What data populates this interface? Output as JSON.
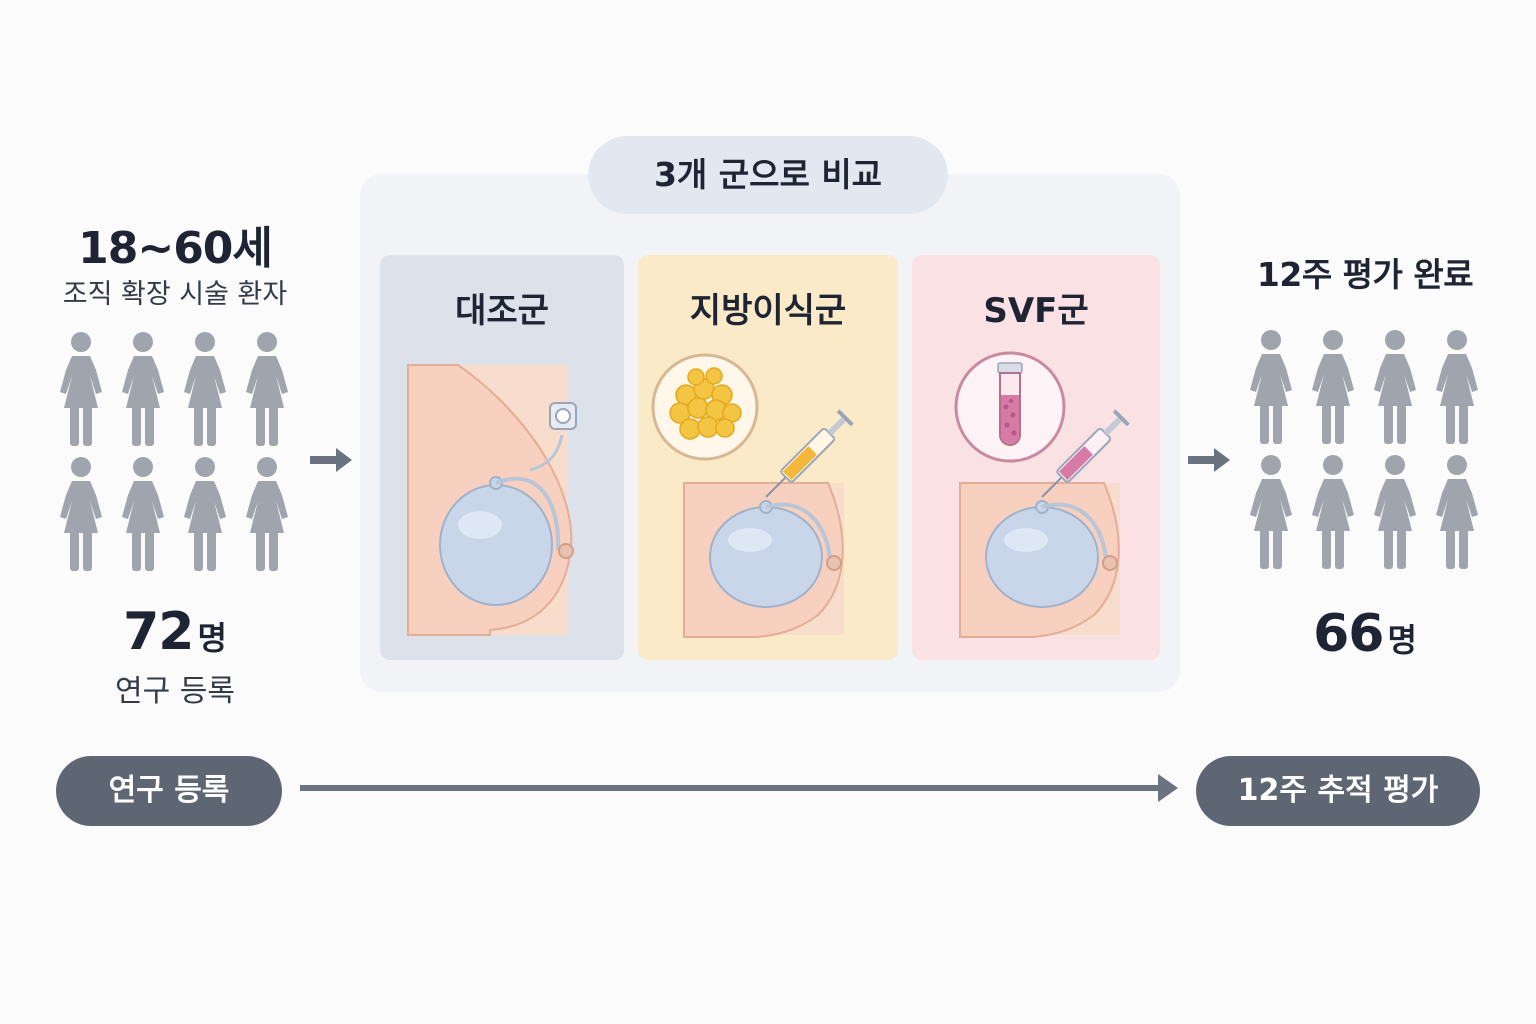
{
  "left": {
    "age_range": "18~60세",
    "population": "조직 확장 시술 환자",
    "enrolled_count": "72",
    "count_unit": "명",
    "enrolled_label": "연구 등록"
  },
  "comparison": {
    "title": "3개 군으로 비교",
    "groups": [
      {
        "label": "대조군",
        "color": "#dde2ea"
      },
      {
        "label": "지방이식군",
        "color": "#faeac7"
      },
      {
        "label": "SVF군",
        "color": "#f9e1e4"
      }
    ]
  },
  "right": {
    "completed_label": "12주 평가 완료",
    "completed_count": "66",
    "count_unit": "명"
  },
  "timeline": {
    "start_label": "연구 등록",
    "end_label": "12주 추적 평가"
  },
  "colors": {
    "person_icon": "#a0a4ad",
    "arrow": "#6b7280",
    "pill": "#5f6673"
  }
}
